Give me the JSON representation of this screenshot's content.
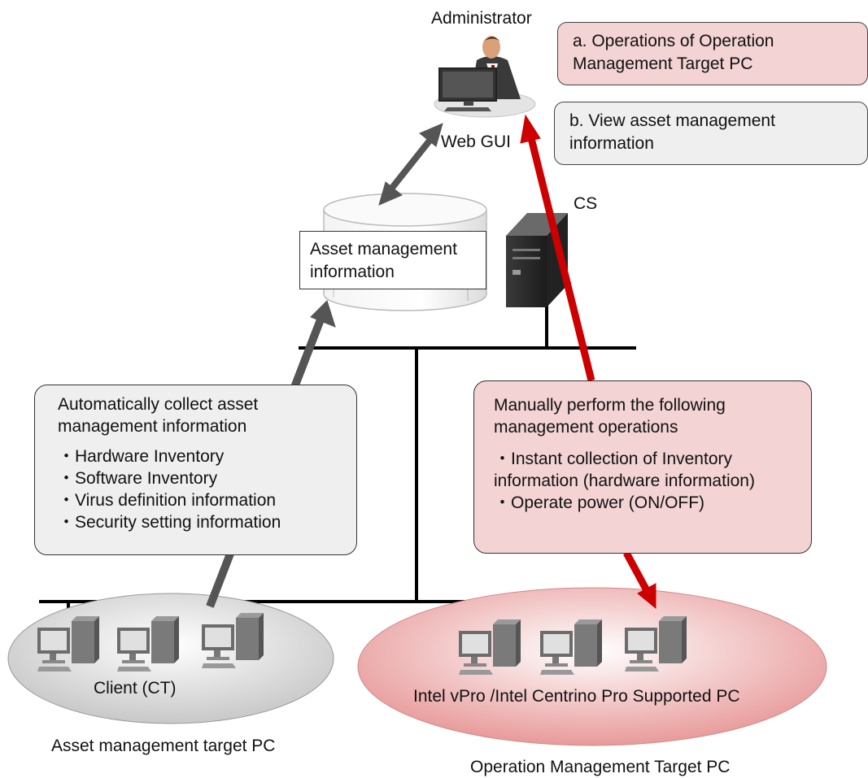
{
  "administrator": {
    "label": "Administrator",
    "gui_label": "Web GUI"
  },
  "server": {
    "label": "CS"
  },
  "asset_info_box": {
    "text": "Asset management\n information"
  },
  "legend": {
    "a": {
      "text": "a. Operations of Operation\nManagement Target PC",
      "color": "#f3d3d3"
    },
    "b": {
      "text": "b. View asset management\ninformation",
      "color": "#efefef"
    }
  },
  "auto_collect": {
    "title": "Automatically collect asset\nmanagement information",
    "items": [
      "Hardware Inventory",
      "Software Inventory",
      "Virus definition information",
      "Security setting information"
    ]
  },
  "manual_ops": {
    "title": "Manually perform the following\nmanagement operations",
    "items": [
      "Instant collection of Inventory\ninformation (hardware information)",
      "Operate power (ON/OFF)"
    ]
  },
  "client_group": {
    "label": "Client (CT)",
    "caption": "Asset management target PC",
    "color": "#d9d9d9"
  },
  "vpro_group": {
    "label": "Intel vPro /Intel Centrino Pro Supported PC",
    "caption": "Operation Management Target PC",
    "color": "#f0b8b8"
  },
  "colors": {
    "red_arrow": "#cc0000",
    "gray_arrow": "#555555"
  }
}
